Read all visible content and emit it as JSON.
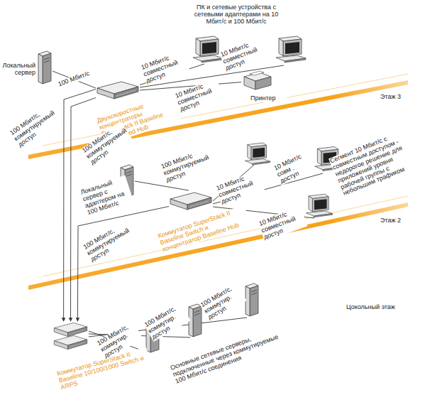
{
  "diagram": {
    "nodes": [
      {
        "text": [
          "Локальный сервер"
        ]
      },
      {
        "text": [
          "Двухскоростные концентраторы SuperStack II Baseline Dual Speed Hub"
        ]
      },
      {
        "text": [
          "ПК и сетевые устройства с сетевыми адаптерами на 10 Мбит/с и 100 Мбит/с"
        ]
      },
      {
        "text": [
          "Принтер"
        ]
      },
      {
        "text": [
          "Локальный сервер с адаптером на 100 Мбит/с"
        ]
      },
      {
        "text": [
          "Коммутатор SuperStack II Baseline Switch и концентратор Baseline Hub"
        ]
      },
      {
        "text": [
          "Коммутатор SuperStack II Baseline 10/100/1000 Switch и ARPS"
        ]
      }
    ],
    "edges": [
      {
        "from": 0,
        "to": 1,
        "label": "100 Мбит/с",
        "arrow": "none"
      },
      {
        "from": 1,
        "to": 2,
        "label": "10 Мбит/с совместный доступ",
        "arrow": "none"
      },
      {
        "from": 1,
        "to": 3,
        "label": "10 Мбит/с совместный доступ",
        "arrow": "none"
      },
      {
        "from": 4,
        "to": 5,
        "label": "100 Мбит/с коммутируемый доступ",
        "arrow": "none"
      },
      {
        "from": 1,
        "to": 6,
        "label": "100 Мбит/с, коммутируемый доступ",
        "arrow": "to"
      },
      {
        "from": 1,
        "to": 6,
        "label": "100 Мбит/с, коммутируемый доступ",
        "arrow": "to"
      },
      {
        "from": 5,
        "to": 6,
        "label": "100 Мбит/с, коммутируемый доступ",
        "arrow": "to"
      }
    ],
    "labels": [
      "10 Мбит/с совместный доступ",
      "10 Мбит/с совместный доступ",
      "10 Мбит/с совм . доступ",
      "10 Мбит/с совместный доступ",
      "Сегмент 10 Мбит/с с совместным доступом - недорогое решение для приложений уровня рабочей группы с небольшим трафиком",
      "100 Мбит/с, коммутир. доступ",
      "100 Мбит/с, коммутир. доступ",
      "100 Мбит/с, коммутир. доступ",
      "Основные сетевые серверы, подключенные через коммутируемые 100 Мбит/с соединения",
      "Этаж 3",
      "Этаж 2",
      "Цокольный этаж"
    ]
  }
}
